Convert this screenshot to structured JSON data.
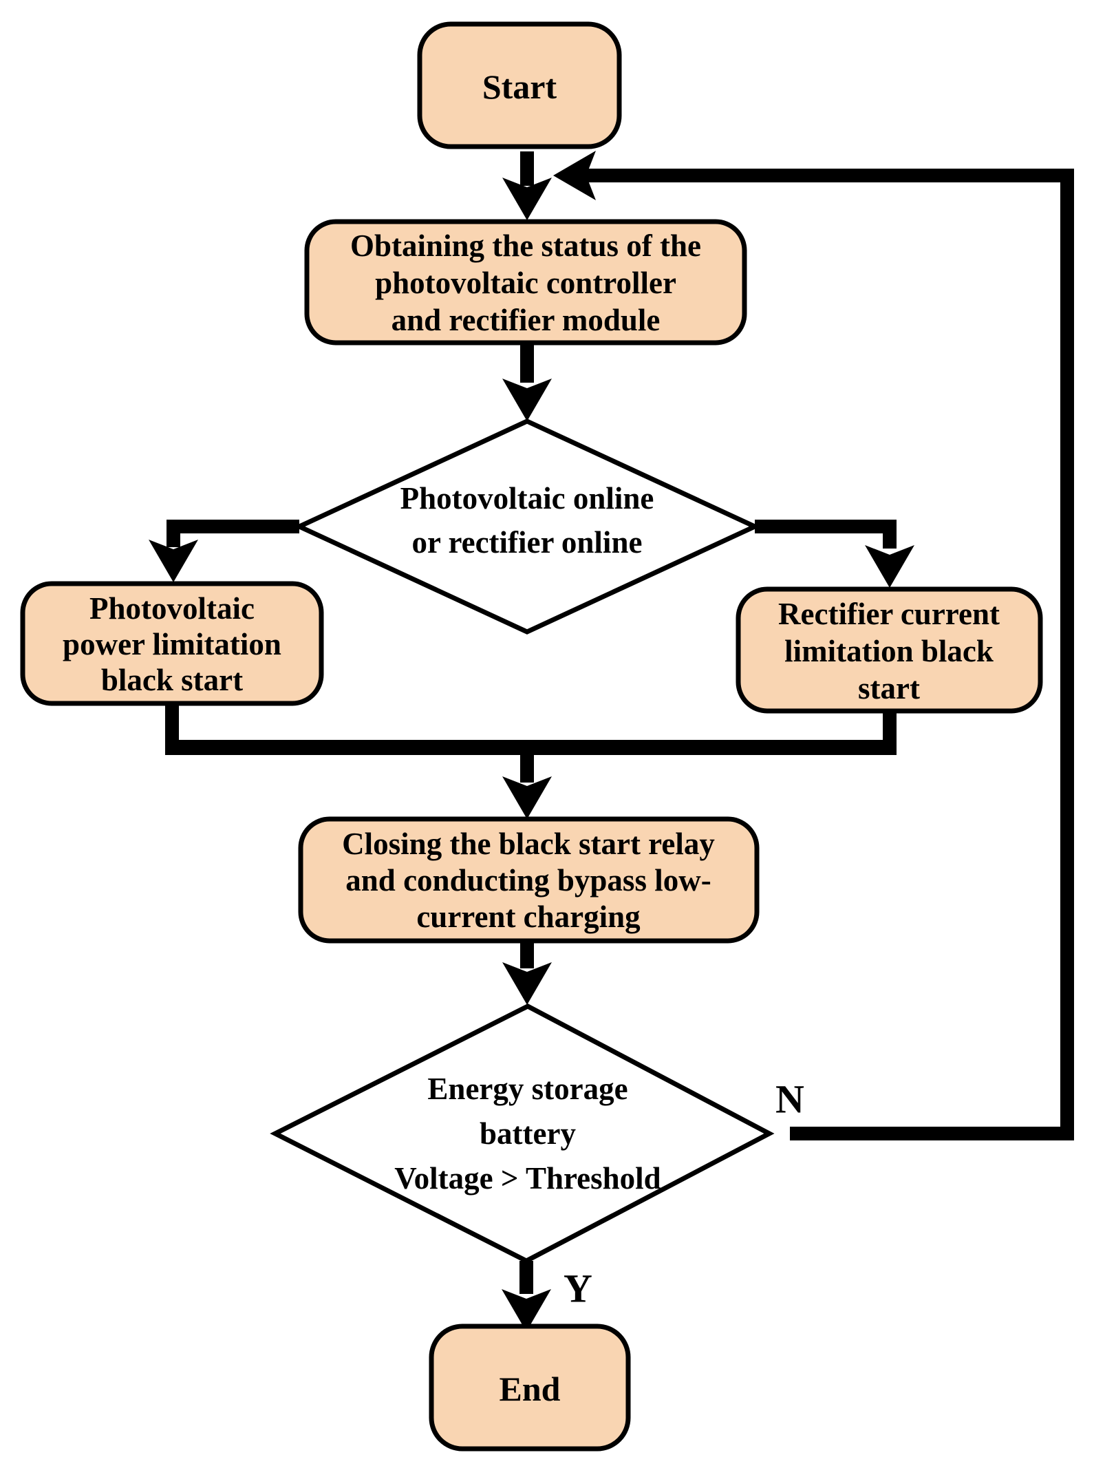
{
  "diagram": {
    "type": "flowchart",
    "colors": {
      "node_fill": "#F9D5B2",
      "node_stroke": "#000000",
      "decision_fill": "#FFFFFF",
      "line_color": "#000000",
      "background": "#FFFFFF"
    },
    "nodes": {
      "start": {
        "label": "Start",
        "shape": "rounded-rect"
      },
      "obtain_status": {
        "shape": "rounded-rect",
        "lines": [
          "Obtaining the status of the",
          "photovoltaic controller",
          "and rectifier module"
        ]
      },
      "pv_or_rectifier_online": {
        "shape": "decision-diamond",
        "lines": [
          "Photovoltaic online",
          "or rectifier online"
        ]
      },
      "pv_power_limitation": {
        "shape": "rounded-rect",
        "lines": [
          "Photovoltaic",
          "power limitation",
          "black start"
        ]
      },
      "rectifier_current_limitation": {
        "shape": "rounded-rect",
        "lines": [
          "Rectifier current",
          "limitation black",
          "start"
        ]
      },
      "closing_relay": {
        "shape": "rounded-rect",
        "lines": [
          "Closing the black start relay",
          "and conducting bypass low-",
          "current charging"
        ]
      },
      "battery_voltage_check": {
        "shape": "decision-diamond",
        "lines": [
          "Energy storage",
          "battery",
          "Voltage > Threshold"
        ]
      },
      "end": {
        "label": "End",
        "shape": "rounded-rect"
      }
    },
    "edge_labels": {
      "no": "N",
      "yes": "Y"
    }
  }
}
